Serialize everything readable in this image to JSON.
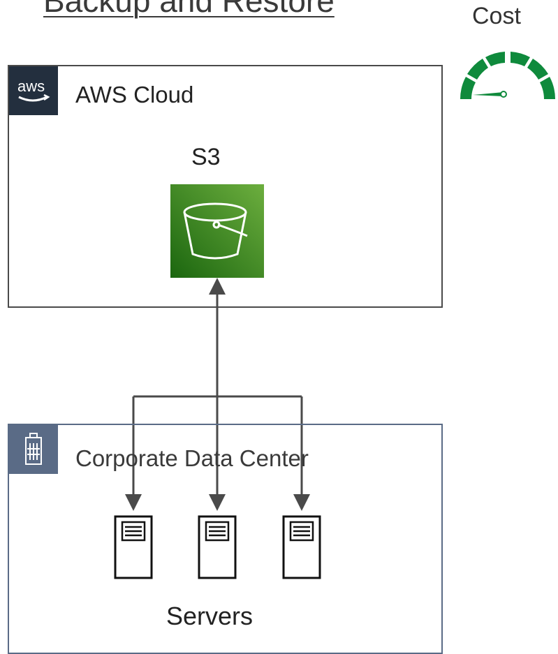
{
  "title": "Backup and Restore",
  "cost": {
    "label": "Cost",
    "gauge_color": "#0f8a3c",
    "gauge_level": "low"
  },
  "aws_cloud": {
    "label": "AWS Cloud",
    "badge_text": "aws",
    "badge_color": "#232f3e"
  },
  "s3": {
    "label": "S3",
    "icon": "s3-bucket-icon",
    "icon_color_top": "#6cae3e",
    "icon_color_bottom": "#1b660f"
  },
  "data_center": {
    "label": "Corporate Data Center",
    "badge_icon": "building-icon",
    "badge_color": "#5a6b86"
  },
  "servers": {
    "label": "Servers",
    "items": [
      "server-1",
      "server-2",
      "server-3"
    ],
    "icon": "server-icon"
  },
  "connector_color": "#4a4a4a"
}
